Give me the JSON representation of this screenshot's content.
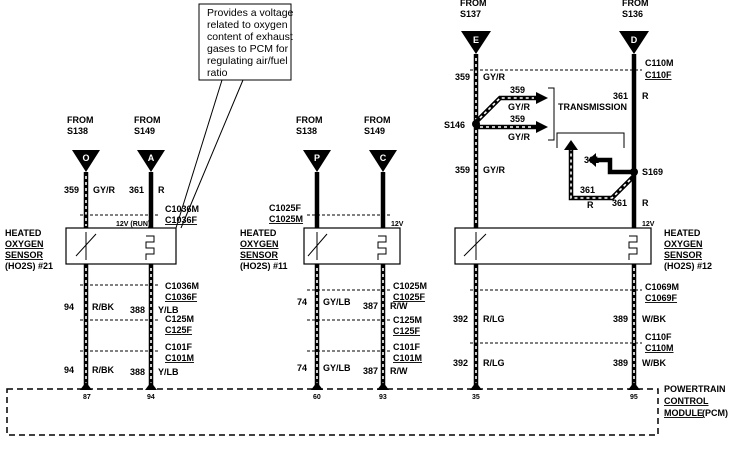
{
  "callout": {
    "lines": [
      "Provides a voltage",
      "related to oxygen",
      "content of exhaust",
      "gases to PCM for",
      "regulating air/fuel",
      "ratio"
    ]
  },
  "sources": {
    "o": {
      "from": "FROM",
      "splice": "S138",
      "letter": "O"
    },
    "a": {
      "from": "FROM",
      "splice": "S149",
      "letter": "A"
    },
    "p": {
      "from": "FROM",
      "splice": "S138",
      "letter": "P"
    },
    "c": {
      "from": "FROM",
      "splice": "S149",
      "letter": "C"
    },
    "e": {
      "from": "FROM",
      "splice": "S137",
      "letter": "E"
    },
    "d": {
      "from": "FROM",
      "splice": "S136",
      "letter": "D"
    }
  },
  "sensors": {
    "s21": {
      "l1": "HEATED",
      "l2": "OXYGEN",
      "l3": "SENSOR",
      "l4": "(HO2S) #21",
      "vlabel": "12V (RUN)"
    },
    "s11": {
      "l1": "HEATED",
      "l2": "OXYGEN",
      "l3": "SENSOR",
      "l4": "(HO2S) #11",
      "vlabel": "12V"
    },
    "s12": {
      "l1": "HEATED",
      "l2": "OXYGEN",
      "l3": "SENSOR",
      "l4": "(HO2S) #12",
      "vlabel": "12V"
    }
  },
  "wires": {
    "w359a": {
      "num": "359",
      "color": "GY/R"
    },
    "w361a": {
      "num": "361",
      "color": "R"
    },
    "w94a": {
      "num": "94",
      "color": "R/BK"
    },
    "w388a": {
      "num": "388",
      "color": "Y/LB"
    },
    "w94b": {
      "num": "94",
      "color": "R/BK"
    },
    "w388b": {
      "num": "388",
      "color": "Y/LB"
    },
    "w74a": {
      "num": "74",
      "color": "GY/LB"
    },
    "w387a": {
      "num": "387",
      "color": "R/W"
    },
    "w74b": {
      "num": "74",
      "color": "GY/LB"
    },
    "w387b": {
      "num": "387",
      "color": "R/W"
    },
    "w359top": {
      "num": "359",
      "color": "GY/R"
    },
    "w359br1": {
      "num": "359",
      "color": "GY/R"
    },
    "w359br2": {
      "num": "359",
      "color": "GY/R"
    },
    "w359low": {
      "num": "359",
      "color": "GY/R"
    },
    "w361top": {
      "num": "361",
      "color": "R"
    },
    "w361br1": {
      "num": "361",
      "color": ""
    },
    "w361br2": {
      "num": "361",
      "color": "R"
    },
    "w361low": {
      "num": "361",
      "color": "R"
    },
    "w392a": {
      "num": "392",
      "color": "R/LG"
    },
    "w389a": {
      "num": "389",
      "color": "W/BK"
    },
    "w392b": {
      "num": "392",
      "color": "R/LG"
    },
    "w389b": {
      "num": "389",
      "color": "W/BK"
    }
  },
  "connectors": {
    "c1036top": {
      "m": "C1036M",
      "f": "C1036F"
    },
    "c1036bot": {
      "m": "C1036M",
      "f": "C1036F"
    },
    "c125a": {
      "m": "C125M",
      "f": "C125F"
    },
    "c101a": {
      "m": "C101F",
      "f": "C101M"
    },
    "c1025top": {
      "m": "C1025F",
      "f": "C1025M"
    },
    "c1025bot": {
      "m": "C1025M",
      "f": "C1025F"
    },
    "c125b": {
      "m": "C125M",
      "f": "C125F"
    },
    "c101b": {
      "m": "C101F",
      "f": "C101M"
    },
    "c110top": {
      "m": "C110M",
      "f": "C110F"
    },
    "c1069": {
      "m": "C1069M",
      "f": "C1069F"
    },
    "c110bot": {
      "m": "C110F",
      "f": "C110M"
    }
  },
  "splices": {
    "s146": "S146",
    "s169": "S169"
  },
  "transmission": "TRANSMISSION",
  "pins": [
    "87",
    "94",
    "60",
    "93",
    "35",
    "95"
  ],
  "pcm": {
    "l1": "POWERTRAIN",
    "l2": "CONTROL",
    "l3": "MODULE",
    "l4": "(PCM)"
  }
}
